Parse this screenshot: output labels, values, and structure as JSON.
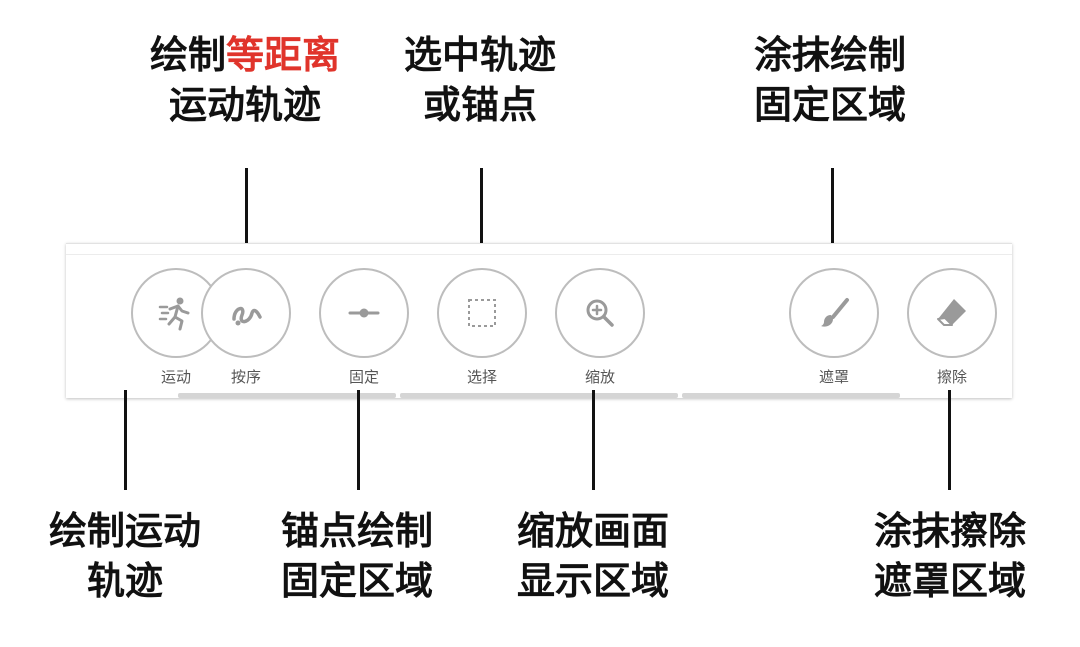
{
  "callouts": {
    "top_1": {
      "line1_pre": "绘制",
      "line1_highlight": "等距离",
      "line2": "运动轨迹"
    },
    "top_2": {
      "line1": "选中轨迹",
      "line2": "或锚点"
    },
    "top_3": {
      "line1": "涂抹绘制",
      "line2": "固定区域"
    },
    "bottom_1": {
      "line1": "绘制运动",
      "line2": "轨迹"
    },
    "bottom_2": {
      "line1": "锚点绘制",
      "line2": "固定区域"
    },
    "bottom_3": {
      "line1": "缩放画面",
      "line2": "显示区域"
    },
    "bottom_4": {
      "line1": "涂抹擦除",
      "line2": "遮罩区域"
    }
  },
  "toolbar": {
    "tools": [
      {
        "label": "运动",
        "icon": "running-person-icon"
      },
      {
        "label": "按序",
        "icon": "squiggle-path-icon"
      },
      {
        "label": "固定",
        "icon": "anchor-line-icon"
      },
      {
        "label": "选择",
        "icon": "dashed-selection-icon"
      },
      {
        "label": "缩放",
        "icon": "zoom-in-icon"
      },
      {
        "label": "遮罩",
        "icon": "brush-icon"
      },
      {
        "label": "擦除",
        "icon": "eraser-icon"
      }
    ]
  },
  "colors": {
    "highlight": "#e0342b",
    "text": "#111111",
    "icon_gray": "#9a9a9a",
    "circle_border": "#bdbdbd"
  }
}
